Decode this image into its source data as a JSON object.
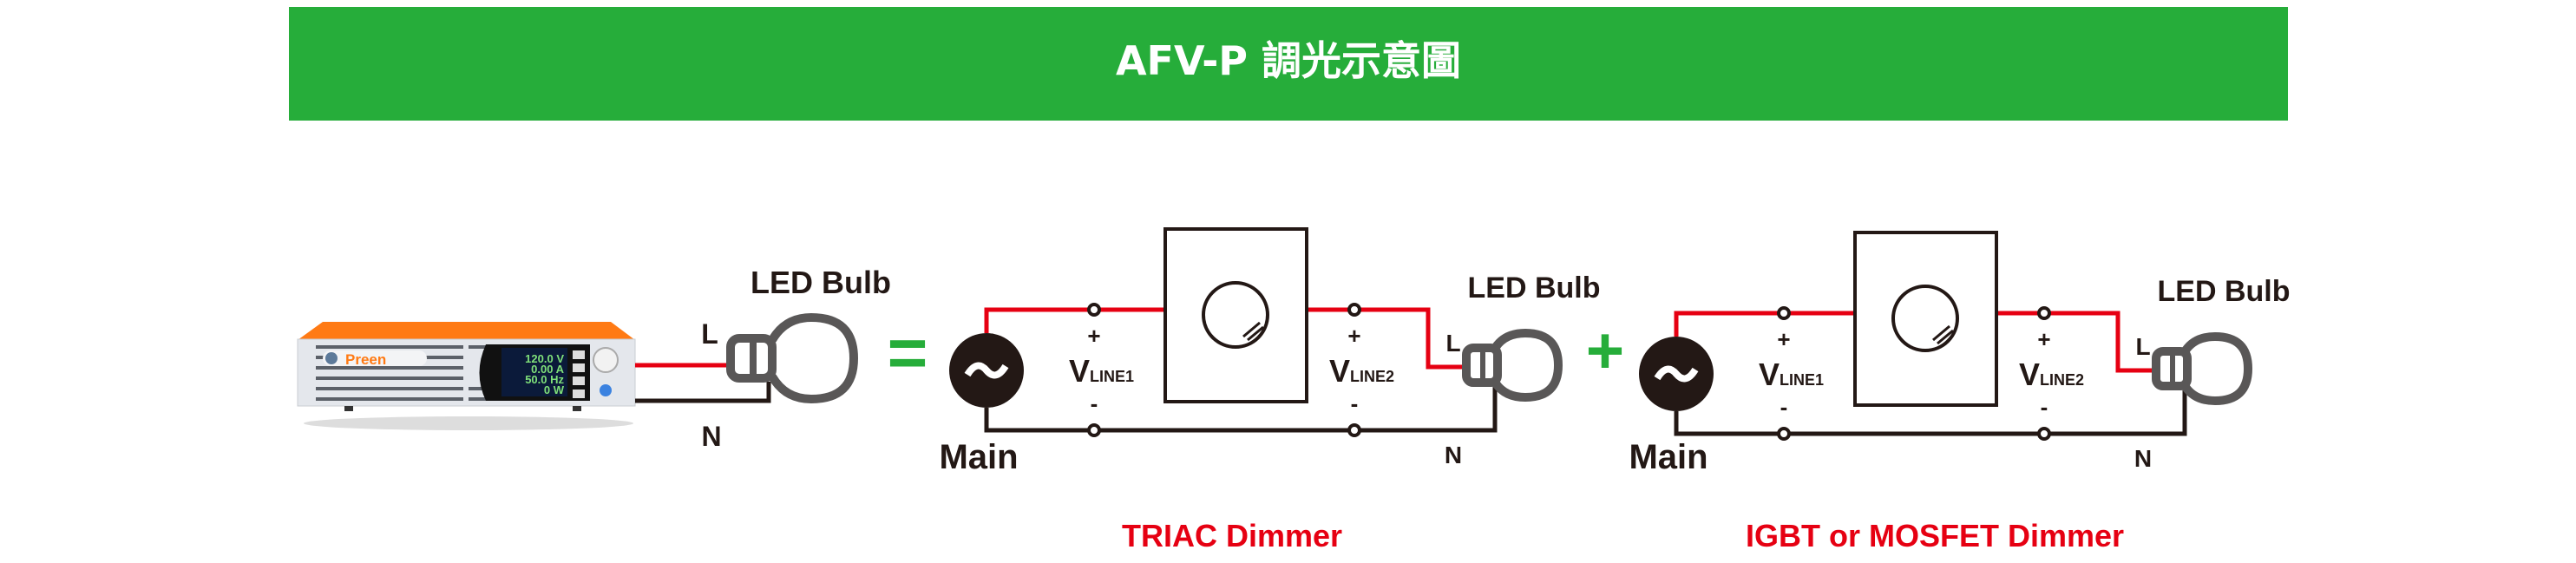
{
  "header": {
    "title": "AFV-P 調光示意圖"
  },
  "colors": {
    "banner": "#26ad3a",
    "wire_live": "#e60012",
    "wire_neutral": "#231815",
    "bulb": "#595757",
    "device_top": "#ff7a14",
    "caption": "#e60012"
  },
  "device": {
    "brand": "Preen",
    "readings": [
      "120.0 V",
      "0.00 A",
      "50.0 Hz",
      "0 W"
    ]
  },
  "source_side": {
    "bulb_label": "LED Bulb",
    "live_label": "L",
    "neutral_label": "N"
  },
  "equals_symbol": "=",
  "plus_symbol": "+",
  "circuits": [
    {
      "source_label": "Main",
      "plus": "+",
      "minus": "-",
      "vline1_main": "V",
      "vline1_sub": "LINE1",
      "vline2_main": "V",
      "vline2_sub": "LINE2",
      "bulb_label": "LED Bulb",
      "live_label": "L",
      "neutral_label": "N",
      "caption": "TRIAC Dimmer"
    },
    {
      "source_label": "Main",
      "plus": "+",
      "minus": "-",
      "vline1_main": "V",
      "vline1_sub": "LINE1",
      "vline2_main": "V",
      "vline2_sub": "LINE2",
      "bulb_label": "LED Bulb",
      "live_label": "L",
      "neutral_label": "N",
      "caption": "IGBT or MOSFET Dimmer"
    }
  ]
}
